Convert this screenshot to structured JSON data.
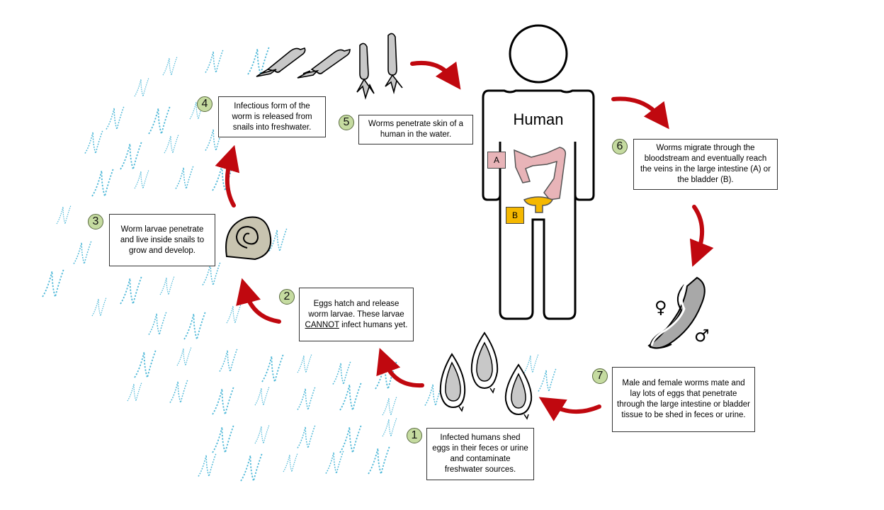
{
  "colors": {
    "arrow": "#c0080f",
    "water": "#4fb8d8",
    "badge": "#c5dba0",
    "intestine": "#e8b4b8",
    "bladder": "#f5b800",
    "worm": "#a8a8a8",
    "snail": "#c8c4b0"
  },
  "human": {
    "title": "Human"
  },
  "organs": {
    "intestine_tag": "A",
    "bladder_tag": "B"
  },
  "symbols": {
    "female": "♀",
    "male": "♂"
  },
  "steps": [
    {
      "number": "1",
      "text": "Infected humans shed eggs in their feces or urine and contaminate freshwater sources."
    },
    {
      "number": "2",
      "text_before": "Eggs hatch and release worm larvae.  These larvae ",
      "text_emph": "CANNOT",
      "text_after": " infect humans yet."
    },
    {
      "number": "3",
      "text": "Worm larvae penetrate and live inside snails to grow and develop."
    },
    {
      "number": "4",
      "text": "Infectious form of the worm is released from snails into freshwater."
    },
    {
      "number": "5",
      "text": "Worms penetrate skin of a human in the water."
    },
    {
      "number": "6",
      "text": "Worms migrate through the bloodstream and eventually reach the veins in the large intestine (A) or the bladder (B)."
    },
    {
      "number": "7",
      "text": "Male and female worms mate and lay lots of eggs that penetrate through the large intestine or bladder tissue to be shed in feces or urine."
    }
  ],
  "icons": [
    "water-ripple-icon",
    "egg-icon",
    "snail-icon",
    "cercaria-icon",
    "human-figure-icon",
    "intestine-icon",
    "bladder-icon",
    "worm-pair-icon",
    "cycle-arrow-icon"
  ]
}
